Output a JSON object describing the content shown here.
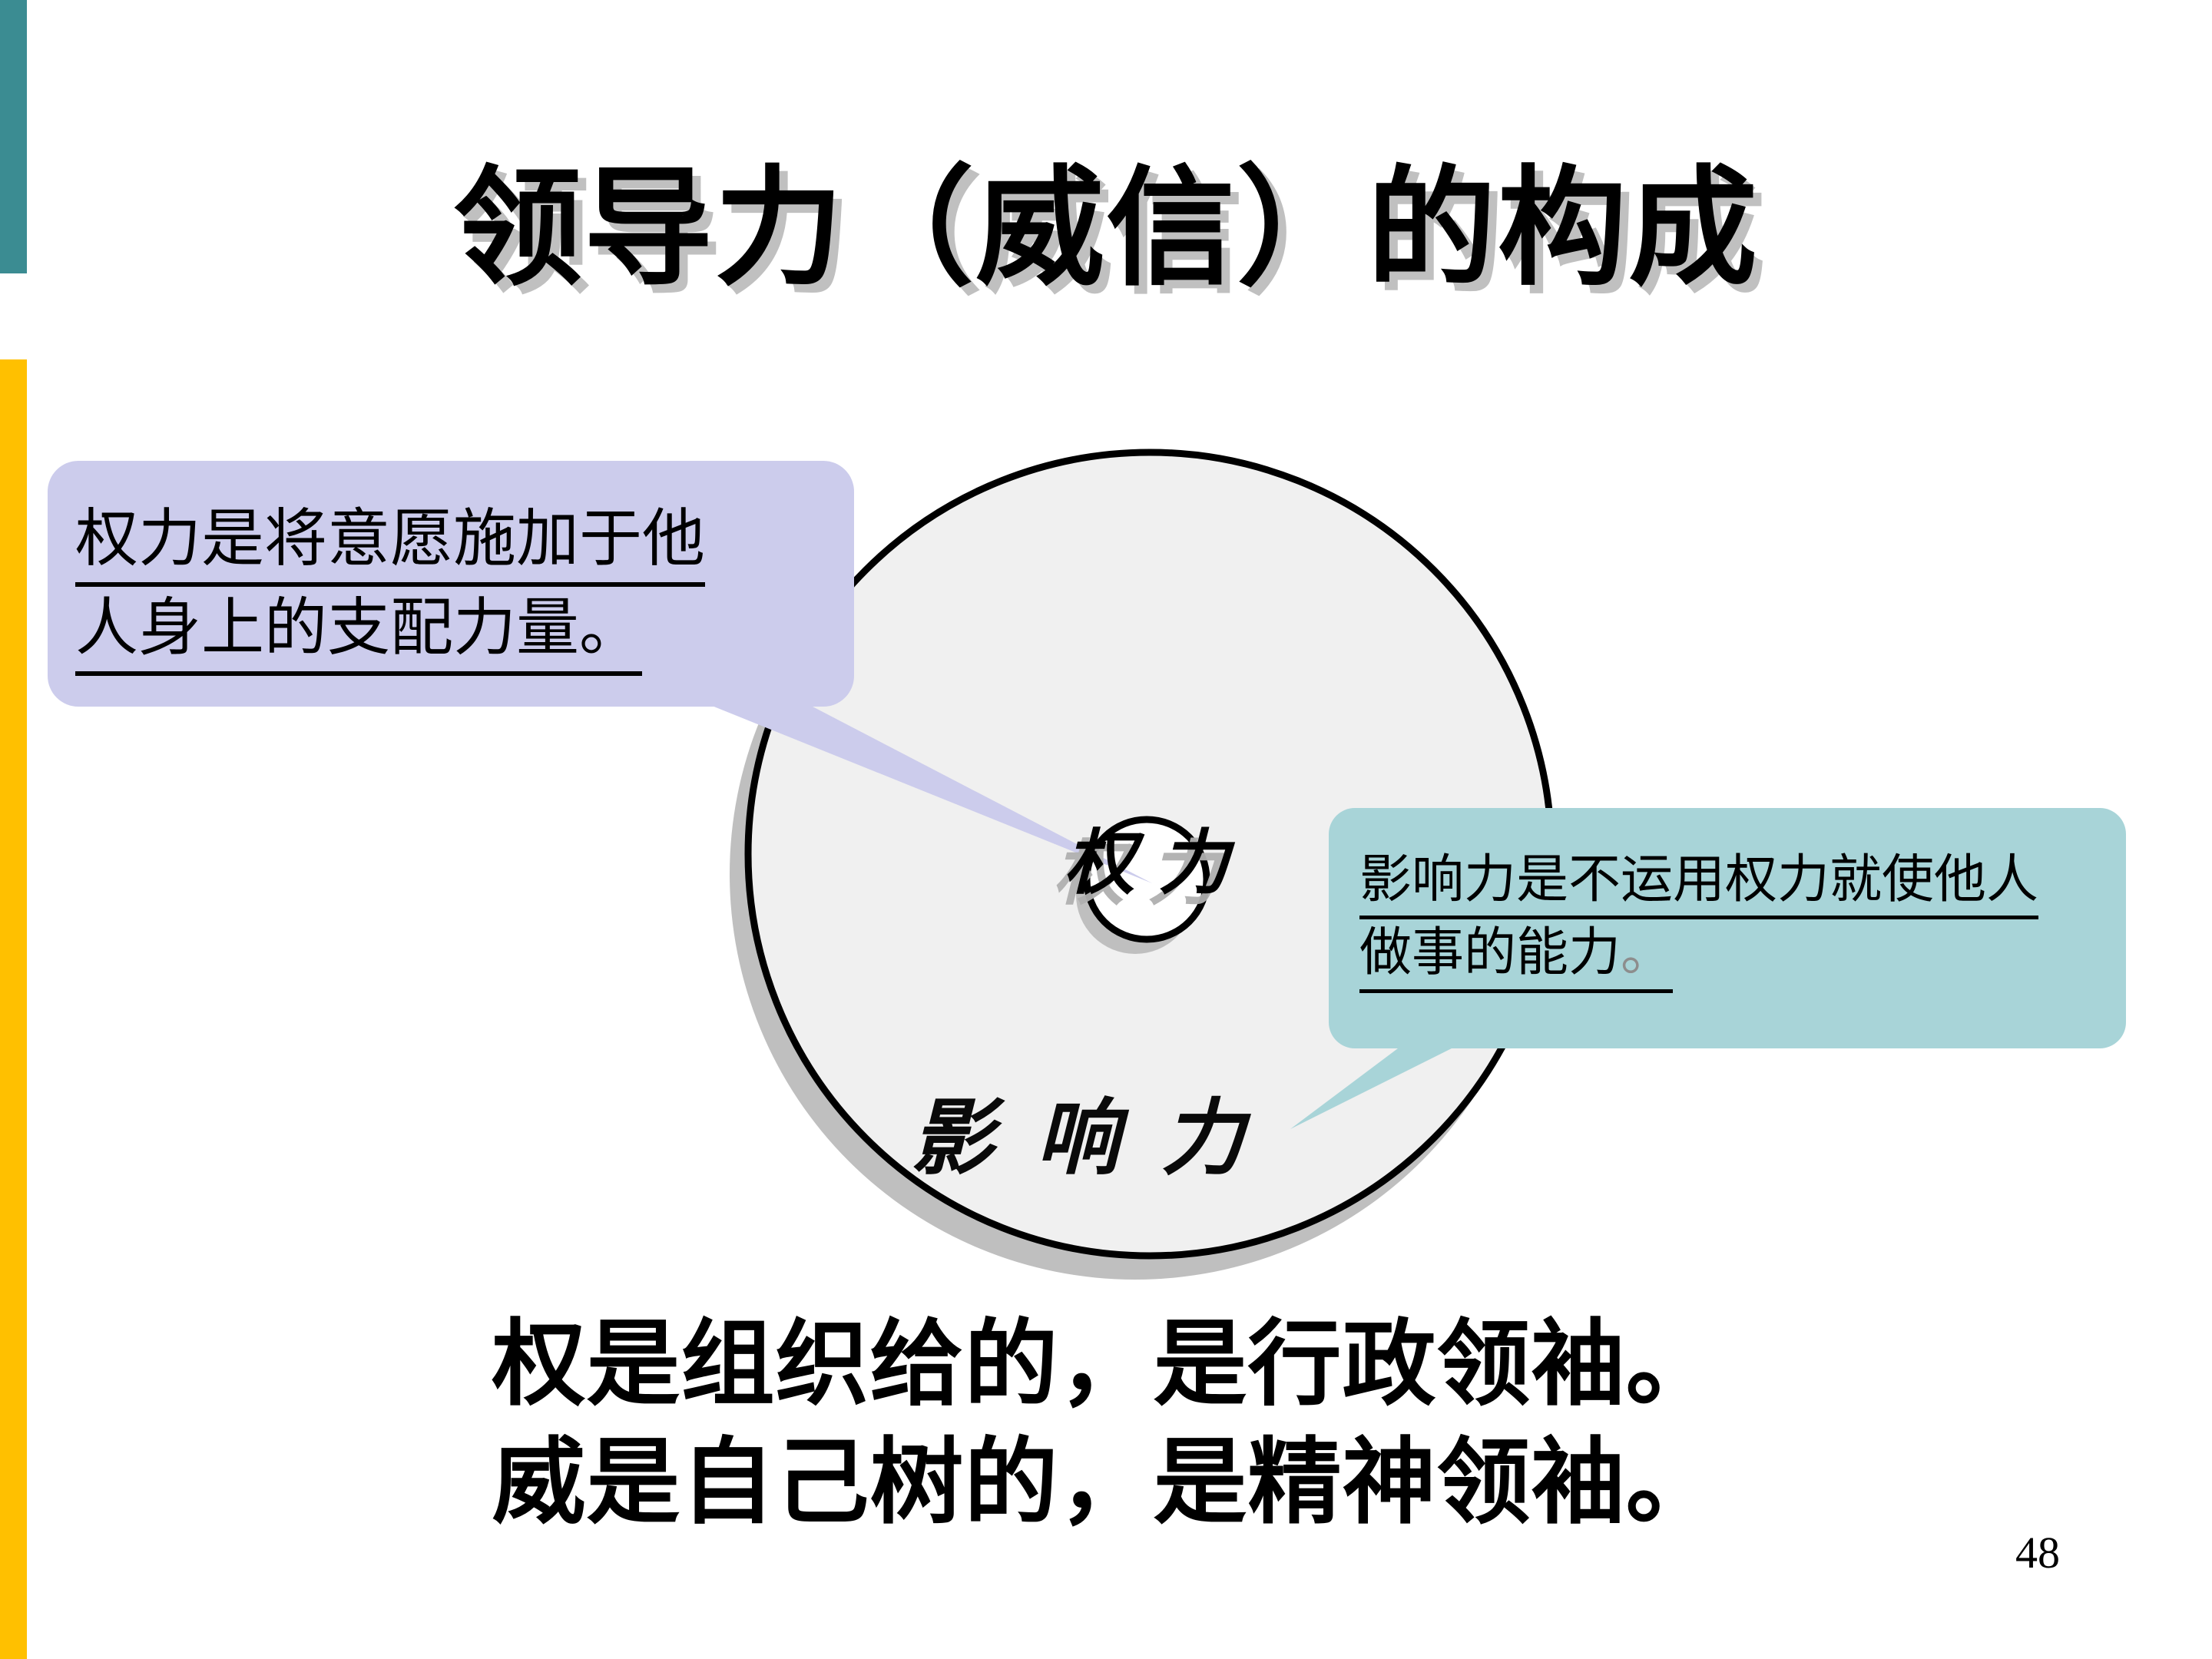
{
  "slide": {
    "title": "领导力（威信）的构成",
    "page_number": "48",
    "accent_teal_bar": "#3b8c92",
    "accent_yellow_bar": "#ffc000"
  },
  "diagram": {
    "outer_circle_label": "影 响 力",
    "inner_circle_label": "权 力",
    "outer_circle_fill": "#f0f0f0",
    "outer_circle_stroke": "#000000",
    "shadow_color": "#bfbfbf",
    "inner_circle_fill": "#ffffff"
  },
  "callouts": [
    {
      "id": "power-definition",
      "fill": "#ccccec",
      "line1": "权力是将意愿施加于他",
      "line2": "人身上的支配力量。"
    },
    {
      "id": "influence-definition",
      "fill": "#a8d4d8",
      "line1": "影响力是不运用权力就使他人",
      "line2": "做事的能力",
      "line2_period": "。"
    }
  ],
  "bottom": {
    "line1": "权是组织给的，是行政领袖。",
    "line2": "威是自己树的，是精神领袖。"
  }
}
